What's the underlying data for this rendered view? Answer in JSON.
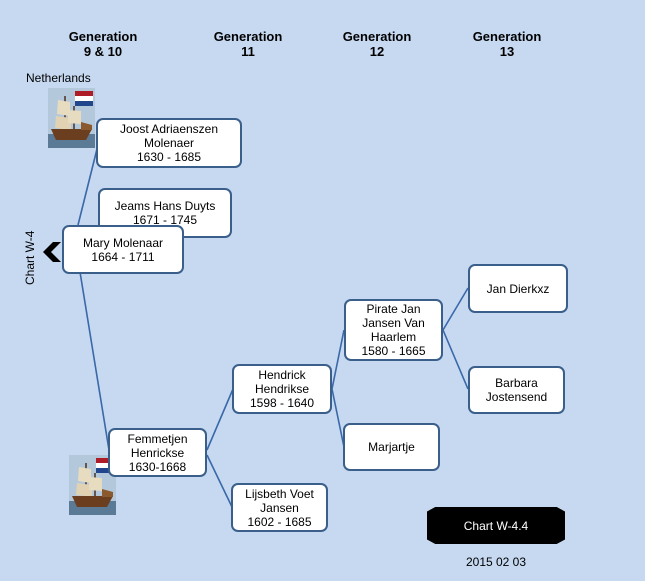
{
  "headers": [
    {
      "line1": "Generation",
      "line2": "9 & 10"
    },
    {
      "line1": "Generation",
      "line2": "11"
    },
    {
      "line1": "Generation",
      "line2": "12"
    },
    {
      "line1": "Generation",
      "line2": "13"
    }
  ],
  "country_label": "Netherlands",
  "side_label": "Chart W-4",
  "people": {
    "joost": {
      "lines": [
        "Joost Adriaenszen",
        "Molenaer",
        "1630 - 1685"
      ]
    },
    "jeams": {
      "lines": [
        "Jeams Hans Duyts",
        "1671 - 1745"
      ]
    },
    "mary": {
      "lines": [
        "Mary Molenaar",
        "1664 - 1711"
      ]
    },
    "femmetjen": {
      "lines": [
        "Femmetjen",
        "Henrickse",
        "1630-1668"
      ]
    },
    "hendrick": {
      "lines": [
        "Hendrick",
        "Hendrikse",
        "1598 - 1640"
      ]
    },
    "lijsbeth": {
      "lines": [
        "Lijsbeth Voet",
        "Jansen",
        "1602 - 1685"
      ]
    },
    "pirate": {
      "lines": [
        "Pirate Jan",
        "Jansen Van",
        "Haarlem",
        "1580 - 1665"
      ]
    },
    "marjartje": {
      "lines": [
        "Marjartje"
      ]
    },
    "jan": {
      "lines": [
        "Jan Dierkxz"
      ]
    },
    "barbara": {
      "lines": [
        "Barbara",
        "Jostensend"
      ]
    }
  },
  "flag_colors": {
    "red": "#ae1c28",
    "white": "#ffffff",
    "blue": "#21468b"
  },
  "chart_id": "Chart W-4.4",
  "date": "2015 02 03"
}
